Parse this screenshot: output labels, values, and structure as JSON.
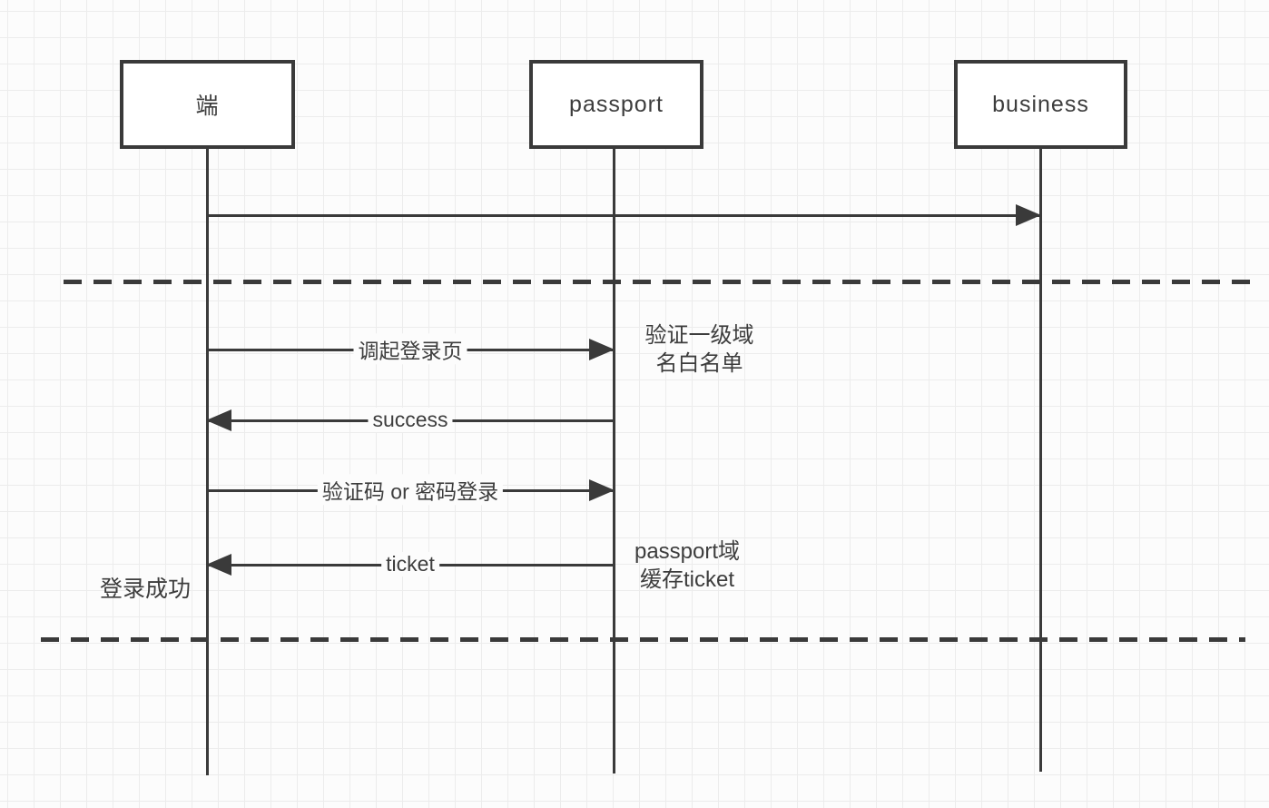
{
  "diagram": {
    "type": "sequence-diagram",
    "participants": [
      {
        "label": "端"
      },
      {
        "label": "passport"
      },
      {
        "label": "business"
      }
    ],
    "messages": [
      {
        "from": "端",
        "to": "business",
        "direction": "right",
        "label": ""
      },
      {
        "from": "端",
        "to": "passport",
        "direction": "right",
        "label": "调起登录页"
      },
      {
        "from": "passport",
        "to": "端",
        "direction": "left",
        "label": "success"
      },
      {
        "from": "端",
        "to": "passport",
        "direction": "right",
        "label": "验证码 or 密码登录"
      },
      {
        "from": "passport",
        "to": "端",
        "direction": "left",
        "label": "ticket"
      }
    ],
    "notes": [
      {
        "attached_to": "passport",
        "lines": [
          "验证一级域",
          "名白名单"
        ]
      },
      {
        "attached_to": "passport",
        "lines": [
          "passport域",
          "缓存ticket"
        ]
      }
    ],
    "side_label": "登录成功",
    "colors": {
      "line": "#3a3a3a",
      "text": "#3d3d3d",
      "grid": "#ececec",
      "background": "#fcfcfc"
    }
  }
}
